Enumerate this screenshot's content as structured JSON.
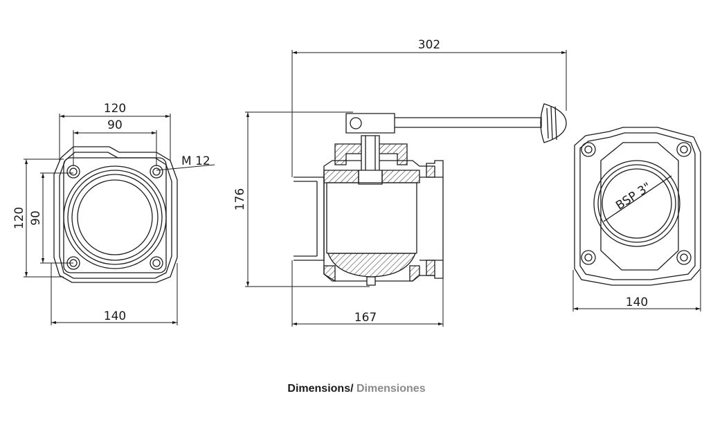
{
  "dimensions": {
    "front_top_outer": "120",
    "front_top_inner": "90",
    "front_thread": "M 12",
    "front_left_outer": "120",
    "front_left_inner": "90",
    "front_bottom": "140",
    "side_height": "176",
    "side_top_length": "302",
    "side_bottom_length": "167",
    "rear_thread": "BSP 3\"",
    "rear_bottom": "140"
  },
  "caption": {
    "english": "Dimensions/",
    "spanish": "Dimensiones"
  },
  "colors": {
    "line": "#1a1a1a",
    "caption_primary": "#1a1a1a",
    "caption_secondary": "#8a8a8a"
  }
}
